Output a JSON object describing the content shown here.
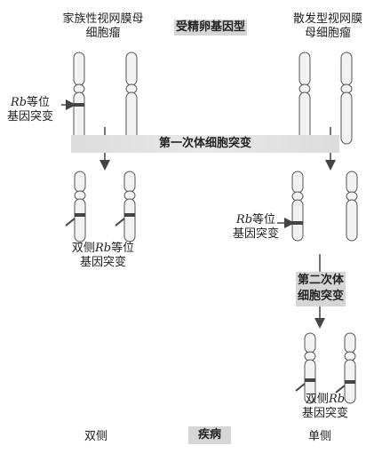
{
  "labels": {
    "familial_title_line1": "家族性视网膜母",
    "familial_title_line2": "细胞瘤",
    "sporadic_title_line1": "散发型视网膜",
    "sporadic_title_line2": "母细胞瘤",
    "germline_genotype": "受精卵基因型",
    "rb_allele_mutation_1_italic": "Rb",
    "rb_allele_mutation_1_rest": "等位",
    "rb_allele_mutation_1_line2": "基因突变",
    "first_somatic_mutation": "第一次体细胞突变",
    "bilateral_rb_1_prefix": "双侧",
    "bilateral_rb_1_italic": "Rb",
    "bilateral_rb_1_rest": "等位",
    "bilateral_rb_1_line2": "基因突变",
    "rb_allele_mutation_2_italic": "Rb",
    "rb_allele_mutation_2_rest": "等位",
    "rb_allele_mutation_2_line2": "基因突变",
    "second_somatic_mutation_line1": "第二次体",
    "second_somatic_mutation_line2": "细胞突变",
    "bilateral_rb_2_prefix": "双侧",
    "bilateral_rb_2_italic": "Rb",
    "bilateral_rb_2_line2": "基因突变",
    "bilateral": "双侧",
    "disease": "疾病",
    "unilateral": "单侧"
  },
  "colors": {
    "banner_gray": "#d6d6d6",
    "chromosome_fill": "#f2f2f2",
    "chromosome_outline": "#555555",
    "mutation_band": "#444444",
    "arrow": "#444444"
  }
}
